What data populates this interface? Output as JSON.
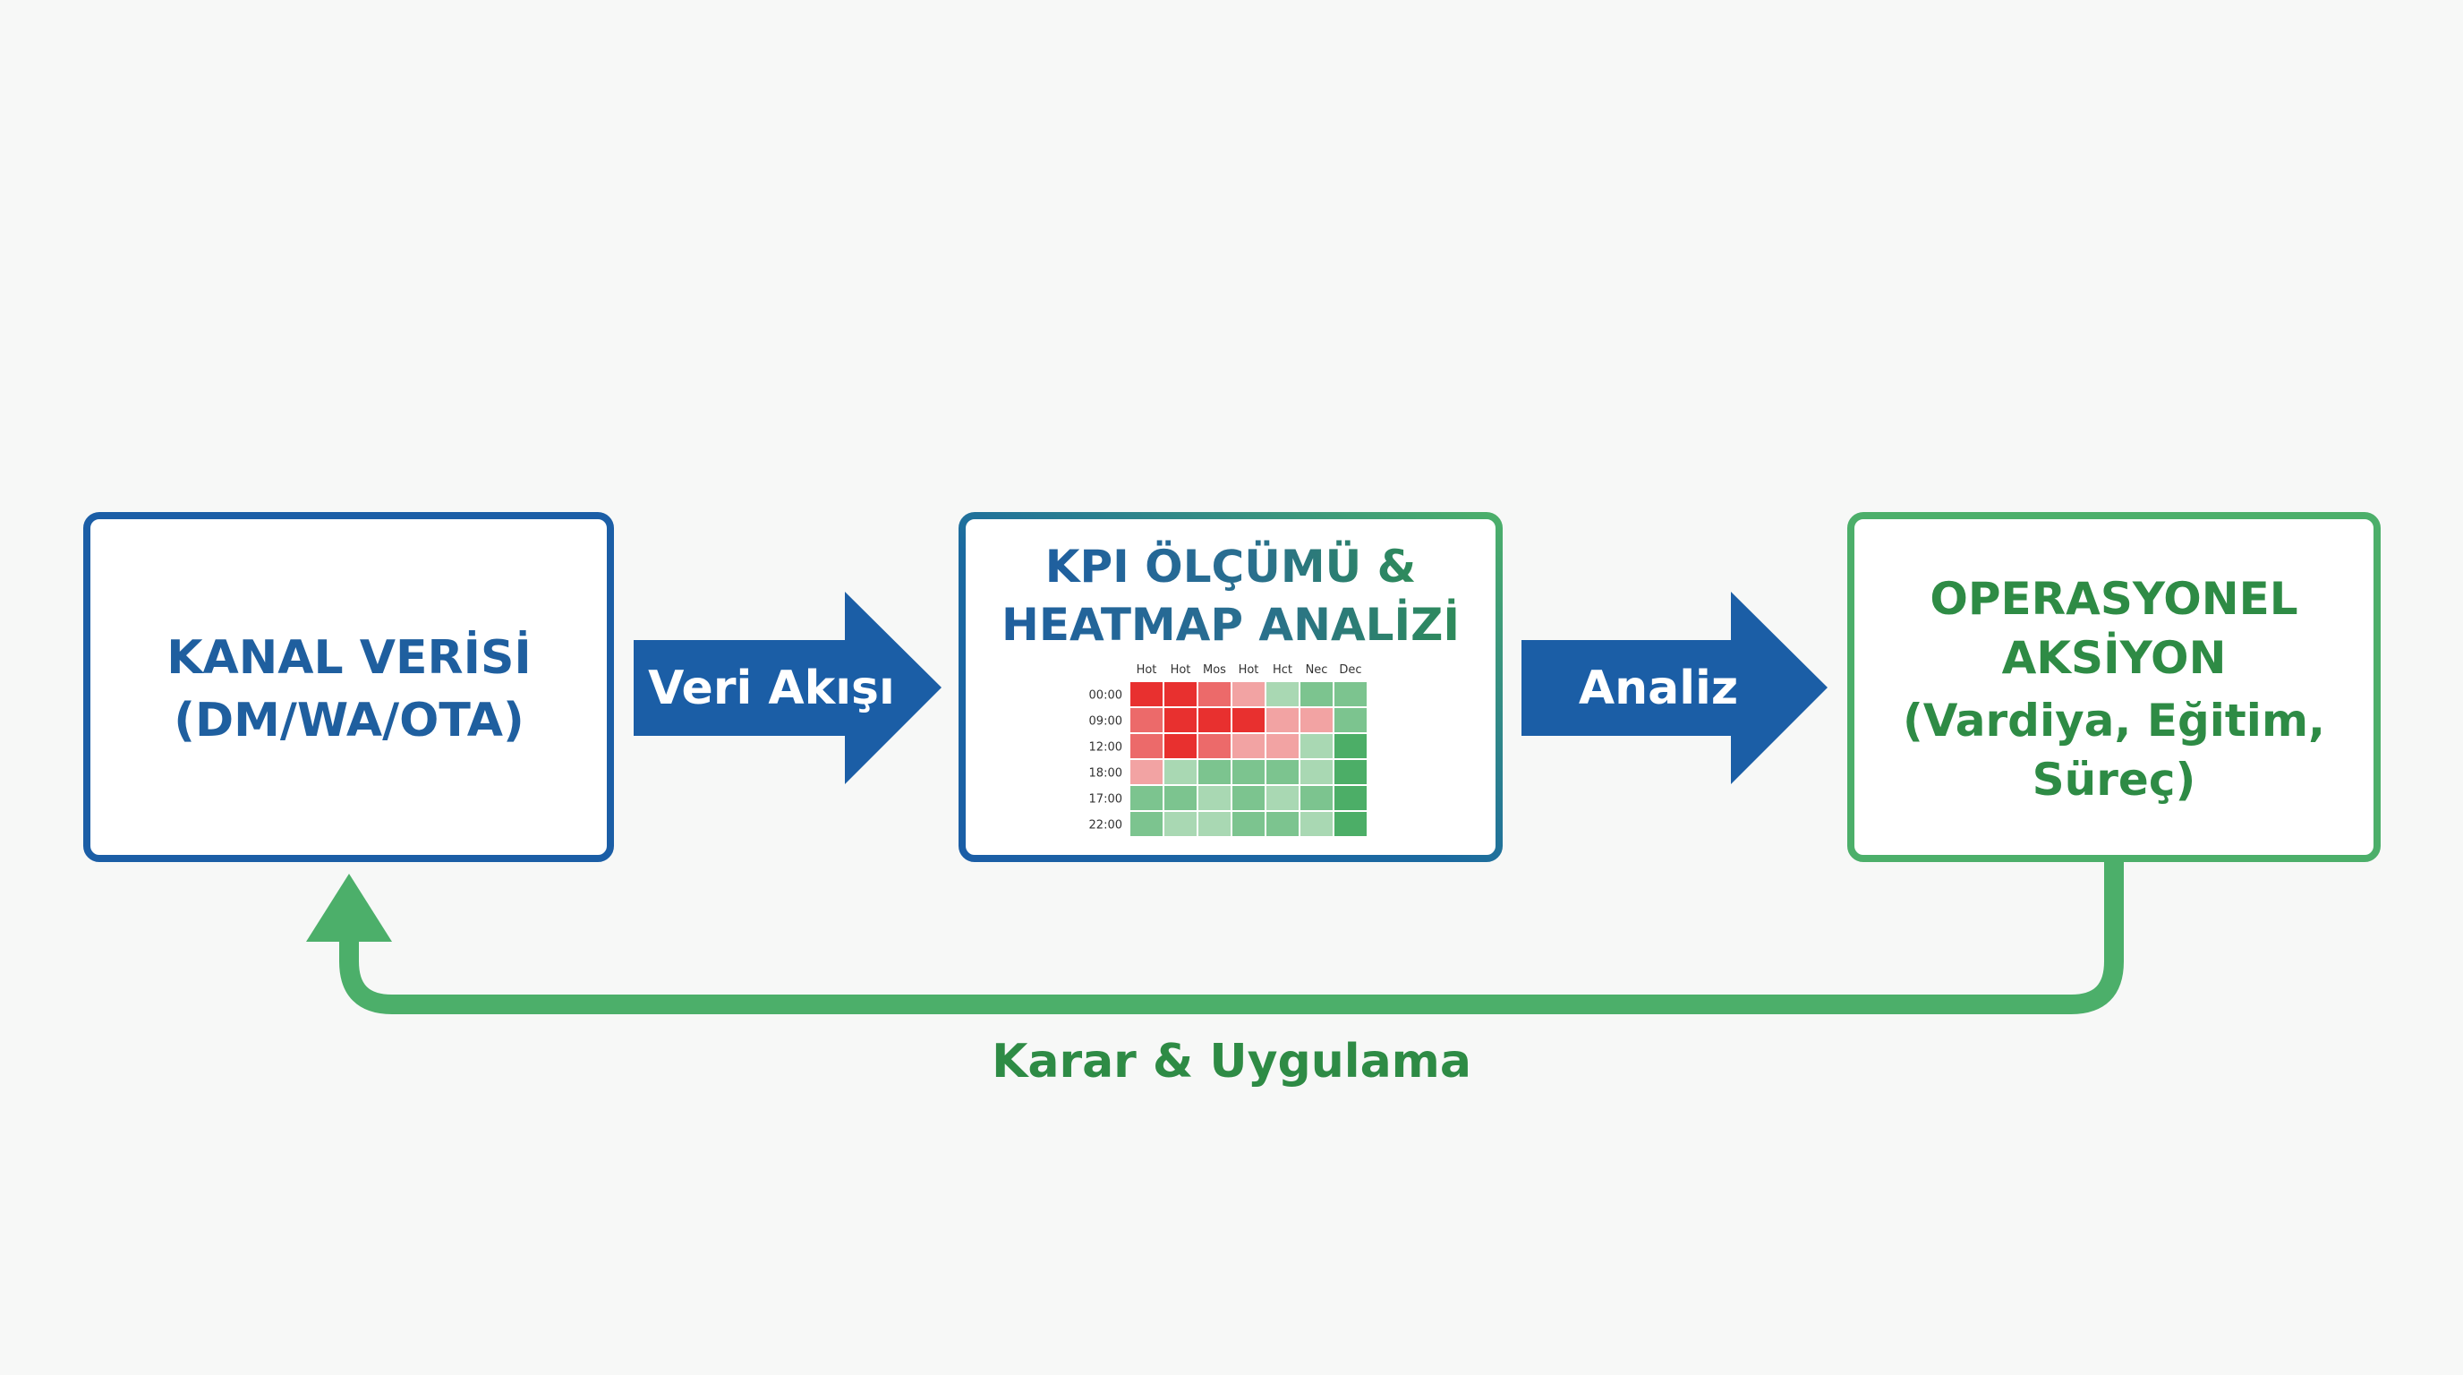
{
  "colors": {
    "background": "#f7f8f7",
    "blue": "#1b5ea6",
    "blue_text": "#1f5f9f",
    "green": "#4caf6a",
    "green_text": "#2e8b45",
    "arrow_text": "#ffffff",
    "heat_red_strong": "#e8302f",
    "heat_red_medium": "#ec6a6a",
    "heat_red_light": "#f2a3a3",
    "heat_green_light": "#a9d8b3",
    "heat_green_medium": "#7cc48f",
    "heat_green_strong": "#4cae67"
  },
  "nodes": {
    "source": {
      "line1": "KANAL VERİSİ",
      "line2": "(DM/WA/OTA)"
    },
    "analysis": {
      "line1": "KPI ÖLÇÜMÜ &",
      "line2": "HEATMAP ANALİZİ"
    },
    "action": {
      "line1": "OPERASYONEL",
      "line2": "AKSİYON",
      "line3": "(Vardiya, Eğitim,",
      "line4": "Süreç)"
    }
  },
  "edges": {
    "data_flow": "Veri Akışı",
    "analysis": "Analiz",
    "feedback": "Karar & Uygulama"
  },
  "heatmap": {
    "columns": [
      "Hot",
      "Hot",
      "Mos",
      "Hot",
      "Hct",
      "Nec",
      "Dec"
    ],
    "rows": [
      "00:00",
      "09:00",
      "12:00",
      "18:00",
      "17:00",
      "22:00"
    ],
    "levels": [
      [
        3,
        3,
        2,
        1,
        -1,
        -2,
        -2
      ],
      [
        2,
        3,
        3,
        3,
        1,
        1,
        -2
      ],
      [
        2,
        3,
        2,
        1,
        1,
        -1,
        -3
      ],
      [
        1,
        -1,
        -2,
        -2,
        -2,
        -1,
        -3
      ],
      [
        -2,
        -2,
        -1,
        -2,
        -1,
        -2,
        -3
      ],
      [
        -2,
        -1,
        -1,
        -2,
        -2,
        -1,
        -3
      ]
    ]
  }
}
